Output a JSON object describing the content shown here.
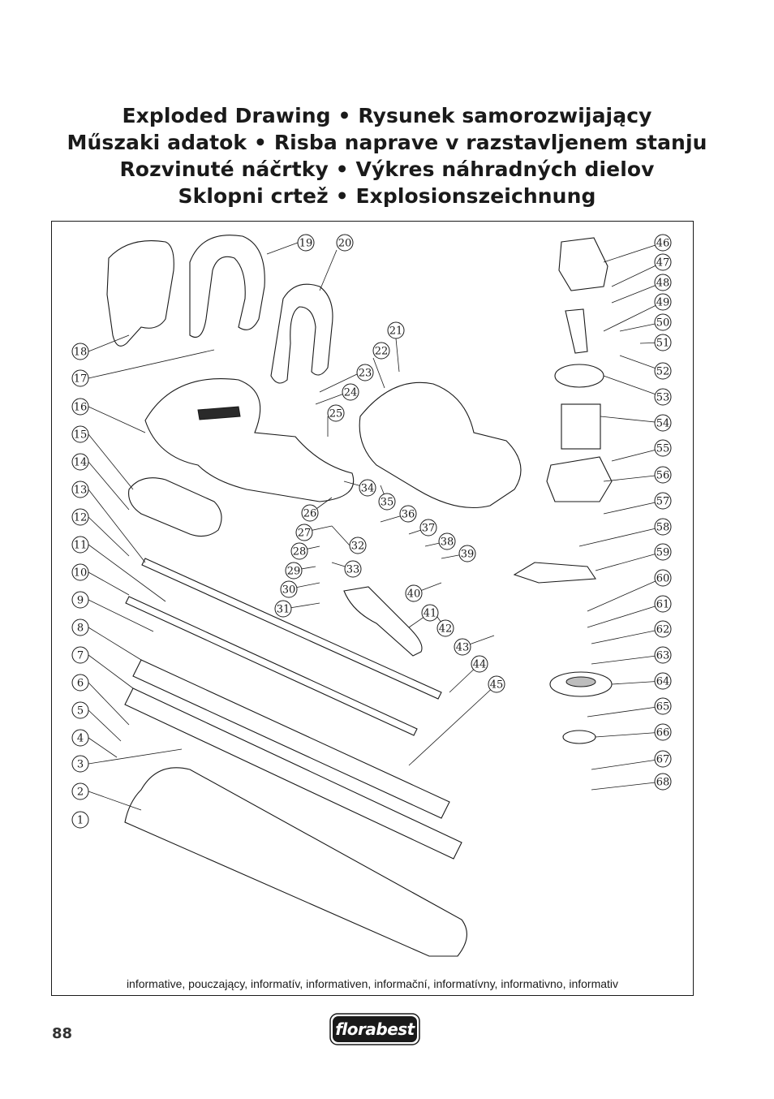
{
  "title": {
    "lines": [
      "Exploded Drawing • Rysunek samorozwijający",
      "Műszaki adatok • Risba naprave v razstavljenem stanju",
      "Rozvinuté náčrtky • Výkres náhradných dielov",
      "Sklopni crtež • Explosionszeichnung"
    ]
  },
  "drawing": {
    "callouts": [
      "1",
      "2",
      "3",
      "4",
      "5",
      "6",
      "7",
      "8",
      "9",
      "10",
      "11",
      "12",
      "13",
      "14",
      "15",
      "16",
      "17",
      "18",
      "19",
      "20",
      "21",
      "22",
      "23",
      "24",
      "25",
      "26",
      "27",
      "28",
      "29",
      "30",
      "31",
      "32",
      "33",
      "34",
      "35",
      "36",
      "37",
      "38",
      "39",
      "40",
      "41",
      "42",
      "43",
      "44",
      "45",
      "46",
      "47",
      "48",
      "49",
      "50",
      "51",
      "52",
      "53",
      "54",
      "55",
      "56",
      "57",
      "58",
      "59",
      "60",
      "61",
      "62",
      "63",
      "64",
      "65",
      "66",
      "67",
      "68"
    ],
    "footnote": "informative, pouczający, informatív, informativen, informační, informatívny, informativno, informativ"
  },
  "footer": {
    "page_number": "88",
    "logo_text": "florabest"
  },
  "colors": {
    "ink": "#1a1a1a",
    "logo_bg": "#1a1a1a",
    "logo_fg": "#ffffff"
  }
}
